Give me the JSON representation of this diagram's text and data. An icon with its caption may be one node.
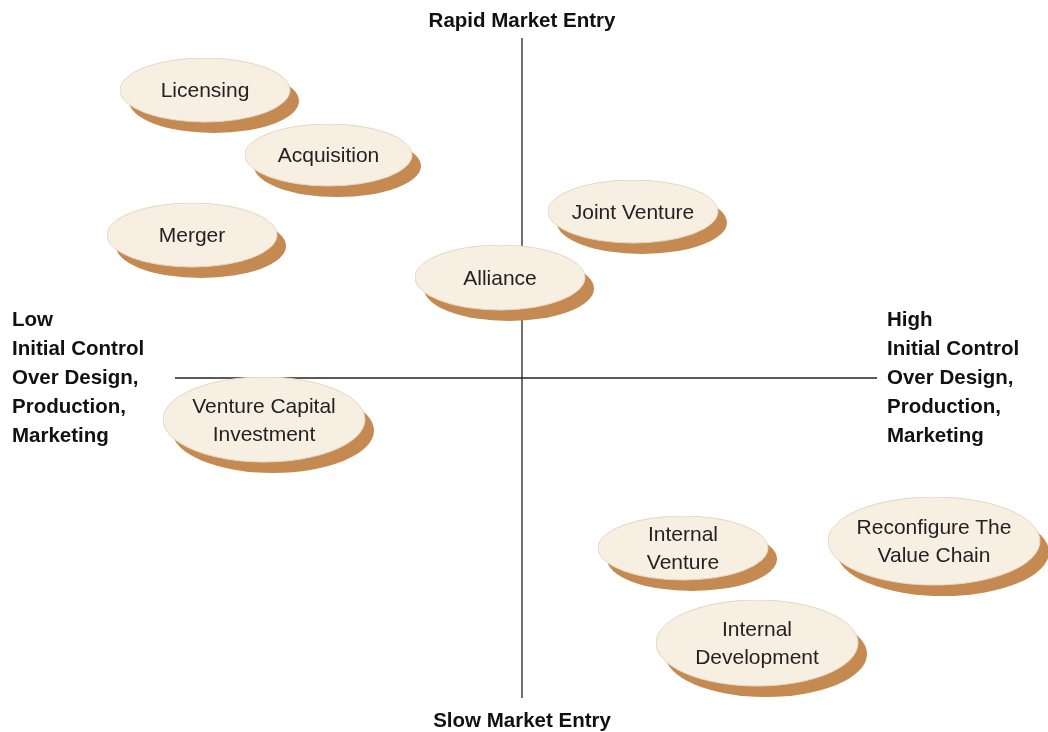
{
  "diagram": {
    "nodes": [
      {
        "text": [
          "Licensing"
        ]
      },
      {
        "text": [
          "Acquisition"
        ]
      },
      {
        "text": [
          "Merger"
        ]
      },
      {
        "text": [
          "Joint Venture"
        ]
      },
      {
        "text": [
          "Alliance"
        ]
      },
      {
        "text": [
          "Venture Capital Investment"
        ]
      },
      {
        "text": [
          "Internal Venture"
        ]
      },
      {
        "text": [
          "Reconfigure The Value Chain"
        ]
      },
      {
        "text": [
          "Internal Development"
        ]
      }
    ],
    "labels": [
      "Rapid Market Entry",
      "Low",
      "Initial Control Over Design, Production, Marketing",
      "High",
      "Initial Control Over Design, Production, Marketing",
      "Slow Market Entry"
    ]
  }
}
